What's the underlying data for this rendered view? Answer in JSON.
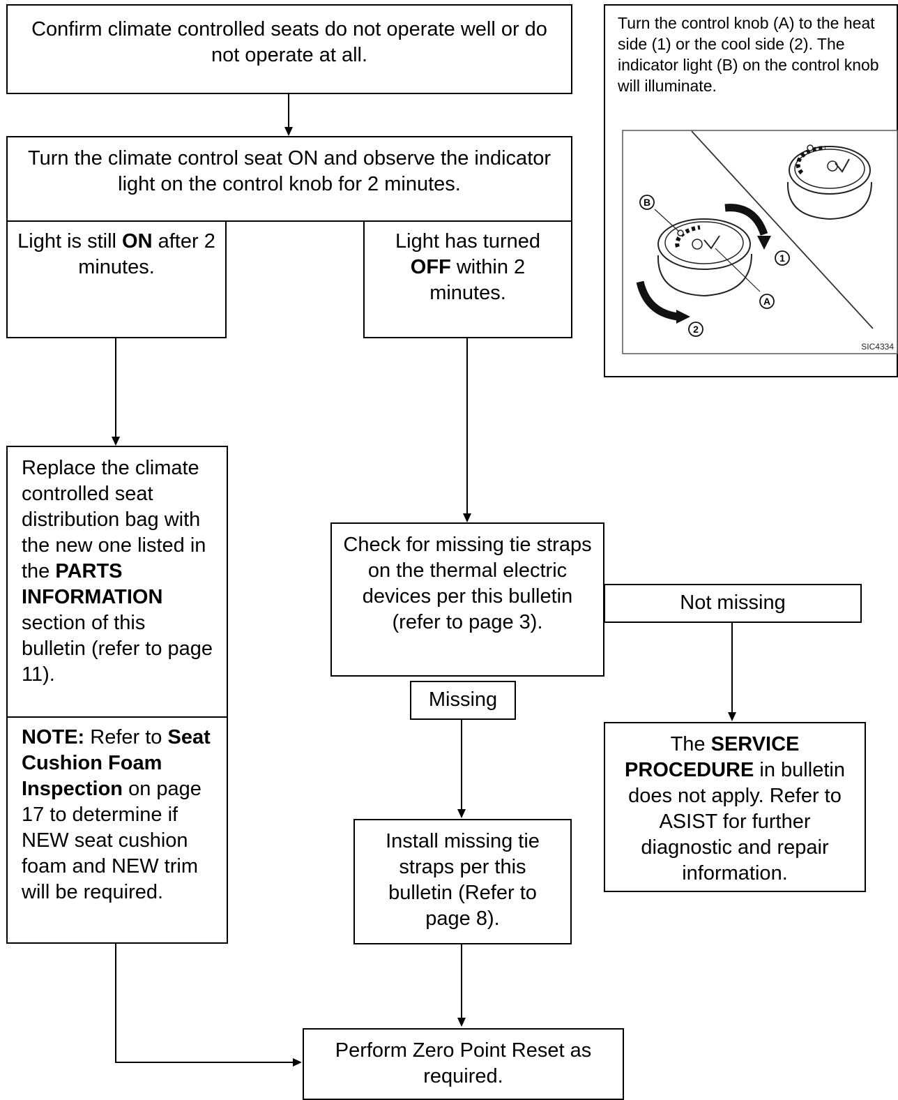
{
  "flowchart": {
    "start": {
      "text": "Confirm climate controlled seats do not operate well or do not operate at all."
    },
    "step_turn_on": {
      "text": "Turn the climate control seat ON and observe the indicator light on the control knob for 2 minutes."
    },
    "branch_on": {
      "pre": "Light is still ",
      "bold": "ON",
      "post": " after 2 minutes."
    },
    "branch_off": {
      "bold": "OFF",
      "pre": "Light has turned ",
      "post": " within 2 minutes."
    },
    "replace": {
      "pre": "Replace the climate controlled seat distribution bag with the new one listed in the ",
      "bold": "PARTS INFORMATION",
      "post": " section of this bulletin (refer to page 11)."
    },
    "note": {
      "label": "NOTE:",
      "pre": " Refer to ",
      "bold": "Seat Cushion Foam Inspection",
      "post": " on page 17 to determine if NEW seat cushion foam and NEW trim will be required."
    },
    "check": {
      "text": "Check for missing tie straps on the thermal electric devices per this bulletin (refer to page 3)."
    },
    "label_not_missing": "Not missing",
    "label_missing": "Missing",
    "install": {
      "text": "Install missing tie straps per this bulletin (Refer to page 8)."
    },
    "service": {
      "pre": "The ",
      "bold": "SERVICE PROCEDURE",
      "mid": " in bulletin does not apply. Refer to ASIST for further diagnostic and repair information."
    },
    "reset": {
      "text": "Perform Zero Point Reset as required."
    }
  },
  "figure": {
    "caption": "Turn the control knob (A) to the heat side (1) or the cool side (2). The indicator light (B) on the control knob will illuminate.",
    "label_a": "A",
    "label_b": "B",
    "label_1": "1",
    "label_2": "2",
    "code": "SIC4334"
  }
}
